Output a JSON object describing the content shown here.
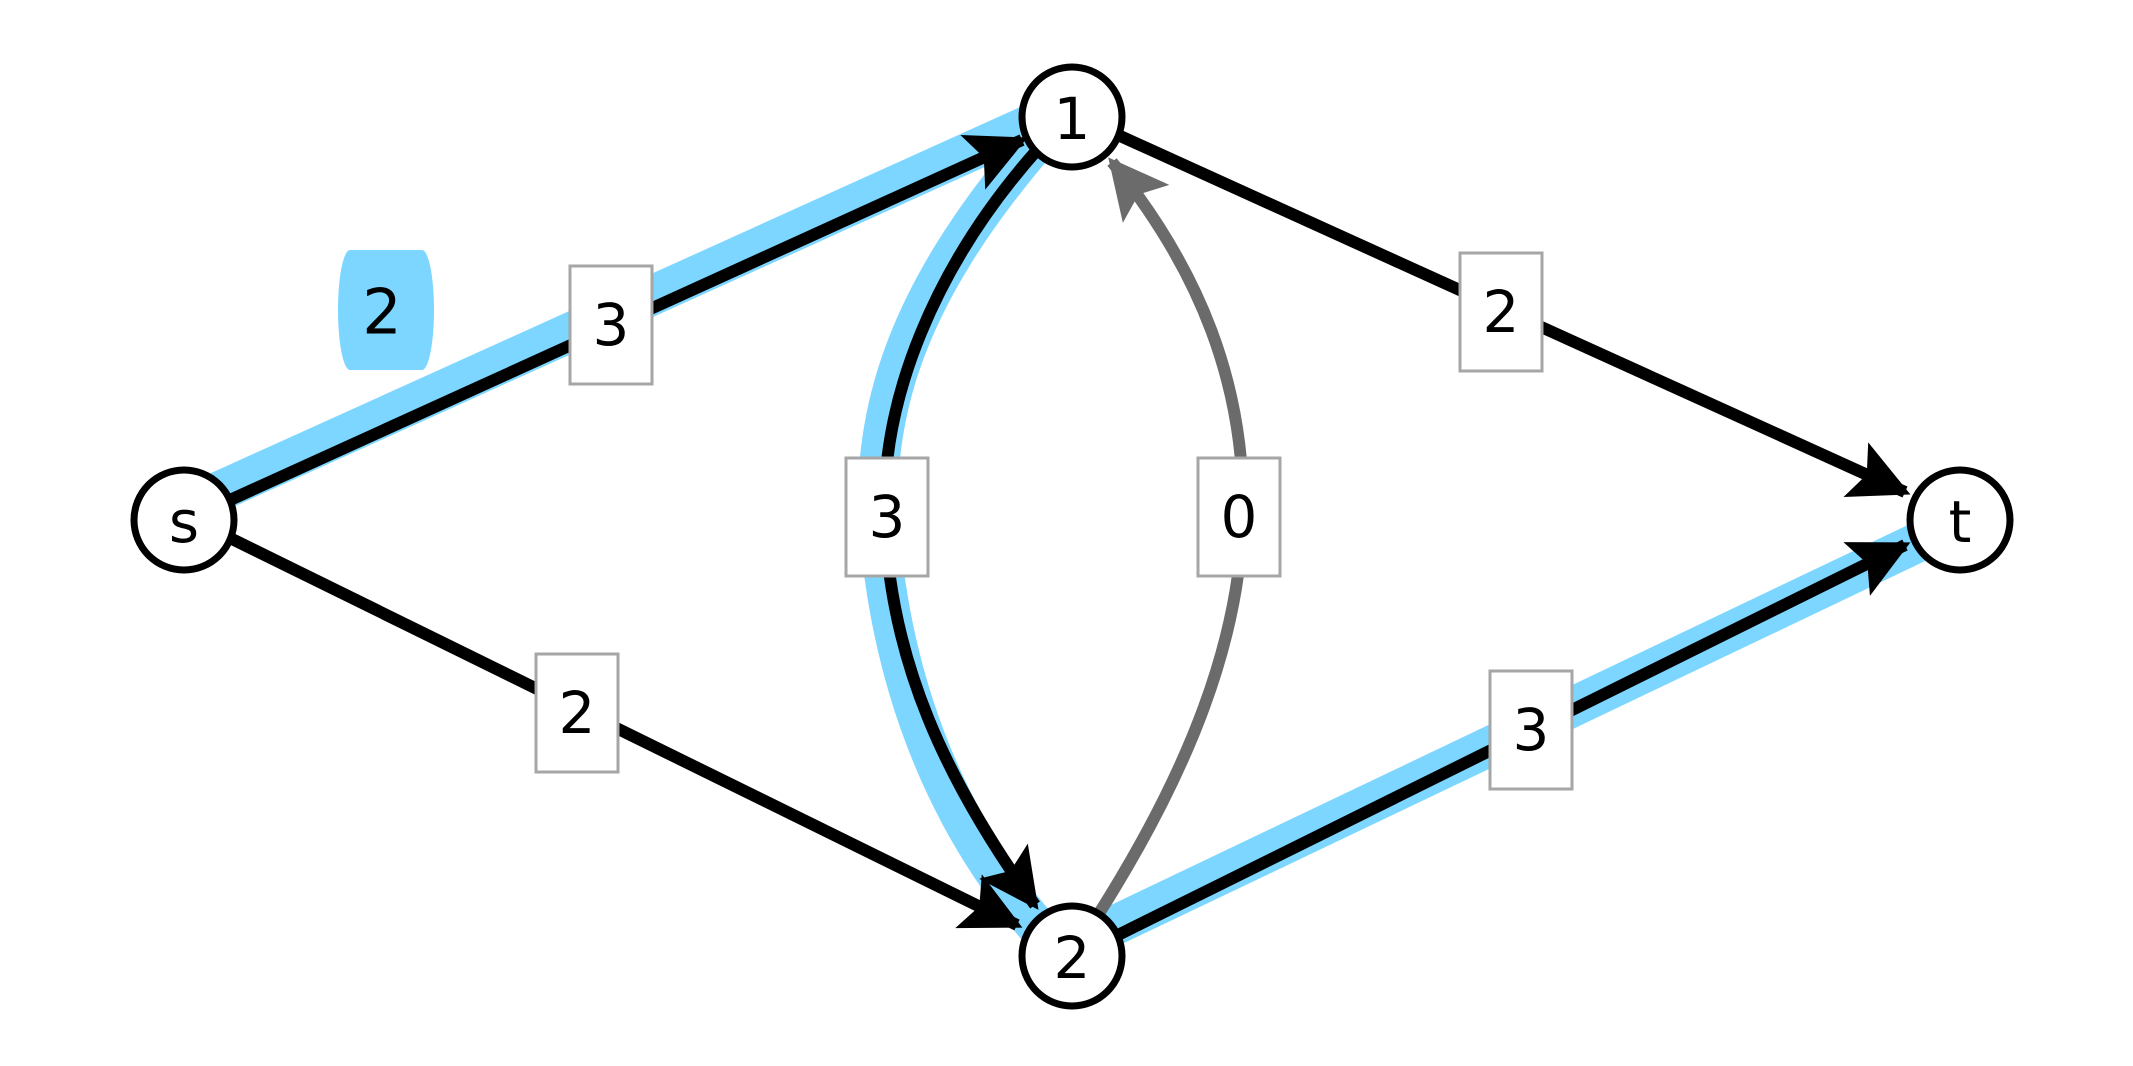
{
  "colors": {
    "highlight": "#7dd6ff",
    "edge": "#000000",
    "residual_edge": "#6b6b6b",
    "label_border": "#a6a6a6",
    "node_fill": "#ffffff"
  },
  "flow_badge": {
    "value": "2"
  },
  "nodes": [
    {
      "id": "s",
      "label": "s"
    },
    {
      "id": "n1",
      "label": "1"
    },
    {
      "id": "n2",
      "label": "2"
    },
    {
      "id": "t",
      "label": "t"
    }
  ],
  "edges": [
    {
      "id": "s-1",
      "from": "s",
      "to": "n1",
      "label": "3",
      "highlighted": true
    },
    {
      "id": "s-2",
      "from": "s",
      "to": "n2",
      "label": "2",
      "highlighted": false
    },
    {
      "id": "1-2",
      "from": "n1",
      "to": "n2",
      "label": "3",
      "highlighted": true
    },
    {
      "id": "2-1",
      "from": "n2",
      "to": "n1",
      "label": "0",
      "highlighted": false,
      "residual": true
    },
    {
      "id": "1-t",
      "from": "n1",
      "to": "t",
      "label": "2",
      "highlighted": false
    },
    {
      "id": "2-t",
      "from": "n2",
      "to": "t",
      "label": "3",
      "highlighted": true
    }
  ]
}
